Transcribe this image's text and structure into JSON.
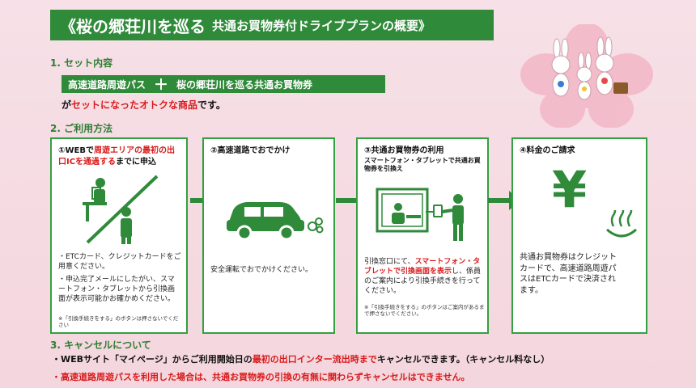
{
  "title": {
    "main": "《桜の郷荘川を巡る",
    "sub": "共通お買物券付ドライブプランの概要》"
  },
  "section1": {
    "heading": "1. セット内容",
    "item_a": "高速道路周遊パス",
    "plus": "＋",
    "item_b": "桜の郷荘川を巡る共通お買物券",
    "desc_pre": "が",
    "desc_red": "セットになったオトクな商品",
    "desc_post": "です。"
  },
  "section2": {
    "heading": "2. ご利用方法",
    "steps": [
      {
        "title_pre": "①WEBで",
        "title_red": "周遊エリアの最初の出口ICを通過する",
        "title_post": "までに申込",
        "bullet1": "・ETCカード、クレジットカードをご用意ください。",
        "bullet2": "・申込完了メールにしたがい、スマートフォン・タブレットから引換画面が表示可能かお確かめください。",
        "note": "※「引換手続きをする」のボタンは押さないでください"
      },
      {
        "title": "②高速道路でおでかけ",
        "text": "安全運転でおでかけください。"
      },
      {
        "title1": "③共通お買物券の利用",
        "title2": "スマートフォン・タブレットで共通お買物券を引換え",
        "text_pre": "引換窓口にて、",
        "text_red": "スマートフォン・タブレットで引換画面を表示",
        "text_post": "し、係員のご案内により引換手続きを行ってください。",
        "note": "※「引換手続きをする」のボタンはご案内があるまで押さないでください。"
      },
      {
        "title": "④料金のご請求",
        "text": "共通お買物券はクレジットカードで、高速道路周遊パスはETCカードで決済されます。",
        "yen_symbol": "¥"
      }
    ]
  },
  "section3": {
    "heading": "3. キャンセルについて",
    "line1_pre": "・WEBサイト「マイページ」からご利用開始日の",
    "line1_red": "最初の出口インター流出時まで",
    "line1_post": "キャンセルできます。（キャンセル料なし）",
    "line2": "・高速道路周遊パスを利用した場合は、共通お買物券の引換の有無に関わらずキャンセルはできません。"
  },
  "colors": {
    "green": "#2f8a3a",
    "red": "#d81b1b",
    "background": "#f6dde4",
    "sakura": "#f3b9c9"
  }
}
